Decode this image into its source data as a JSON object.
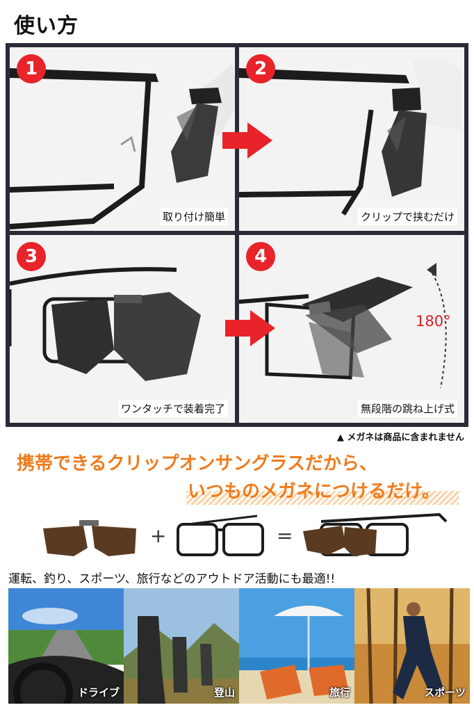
{
  "page_title": "使い方",
  "steps": [
    {
      "number": "1",
      "caption": "取り付け簡単"
    },
    {
      "number": "2",
      "caption": "クリップで挟むだけ"
    },
    {
      "number": "3",
      "caption": "ワンタッチで装着完了"
    },
    {
      "number": "4",
      "caption": "無段階の跳ね上げ式",
      "angle_label": "180°"
    }
  ],
  "note": "▲ メガネは商品に含まれません",
  "headline": {
    "line1": "携帯できるクリップオンサングラスだから、",
    "line2": "いつものメガネにつけるだけ。"
  },
  "equation": {
    "plus": "+",
    "equals": "="
  },
  "uses_text": "運転、釣り、スポーツ、旅行などのアウトドア活動にも最適!!",
  "photos": [
    {
      "label": "ドライブ"
    },
    {
      "label": "登山"
    },
    {
      "label": "旅行"
    },
    {
      "label": "スポーツ"
    }
  ],
  "colors": {
    "accent_red": "#e8232a",
    "headline_orange": "#f07a1c",
    "frame_dark": "#2b2b38"
  }
}
